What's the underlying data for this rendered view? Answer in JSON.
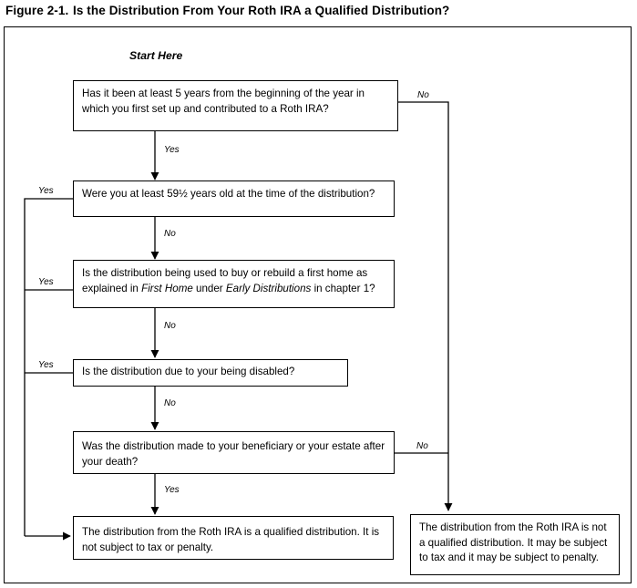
{
  "figure": {
    "number": "Figure 2-1.",
    "title": "Is the Distribution From Your Roth IRA a Qualified Distribution?"
  },
  "start_label": "Start Here",
  "nodes": [
    {
      "id": "q1",
      "text_html": "Has it been at least 5 years from the beginning of the year in which you first set up and contributed to a Roth IRA?",
      "text": "Has it been at least 5 years from the beginning of the year in which you first set up and contributed to a Roth IRA?"
    },
    {
      "id": "q2",
      "text_html": "Were you at least 59&frac12; years old at the time of the distribution?",
      "text": "Were you at least 59½ years old at the time of the distribution?"
    },
    {
      "id": "q3",
      "text_html": "Is the distribution being used to buy or rebuild a first home as explained in <em>First Home</em> under <em>Early Distributions</em> in chapter 1?",
      "text": "Is the distribution being used to buy or rebuild a first home as explained in First Home under Early Distributions in chapter 1?"
    },
    {
      "id": "q4",
      "text_html": "Is the distribution due to your being disabled?",
      "text": "Is the distribution due to your being disabled?"
    },
    {
      "id": "q5",
      "text_html": "Was the distribution made to your beneficiary or your estate after your death?",
      "text": "Was the distribution made to your beneficiary or your estate after your death?"
    },
    {
      "id": "qualified",
      "text_html": "The distribution from the Roth IRA is a qualified distribution. It is not subject to tax or penalty.",
      "text": "The distribution from the Roth IRA is a qualified distribution. It is not subject to tax or penalty."
    },
    {
      "id": "not-qualified",
      "text_html": "The distribution from the Roth IRA is not a qualified distribution. It may be subject to tax and it may be subject to penalty.",
      "text": "The distribution from the Roth IRA is not a qualified distribution. It may be subject to tax and it may be subject to penalty."
    }
  ],
  "edges": {
    "q1_no": "No",
    "q1_yes": "Yes",
    "q2_yes": "Yes",
    "q2_no": "No",
    "q3_yes": "Yes",
    "q3_no": "No",
    "q4_yes": "Yes",
    "q4_no": "No",
    "q5_no": "No",
    "q5_yes": "Yes"
  },
  "colors": {
    "line": "#000000",
    "text": "#000000",
    "background": "#ffffff"
  }
}
